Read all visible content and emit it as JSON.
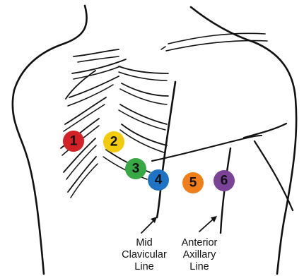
{
  "electrodes": [
    {
      "label": "1",
      "color": "#d42027"
    },
    {
      "label": "2",
      "color": "#f2cc0c"
    },
    {
      "label": "3",
      "color": "#38a845"
    },
    {
      "label": "4",
      "color": "#1f73c4"
    },
    {
      "label": "5",
      "color": "#f07f1a"
    },
    {
      "label": "6",
      "color": "#7a4397"
    }
  ],
  "labels": {
    "mid_clavicular": {
      "line1": "Mid",
      "line2": "Clavicular",
      "line3": "Line"
    },
    "anterior_axillary": {
      "line1": "Anterior",
      "line2": "Axillary",
      "line3": "Line"
    }
  }
}
